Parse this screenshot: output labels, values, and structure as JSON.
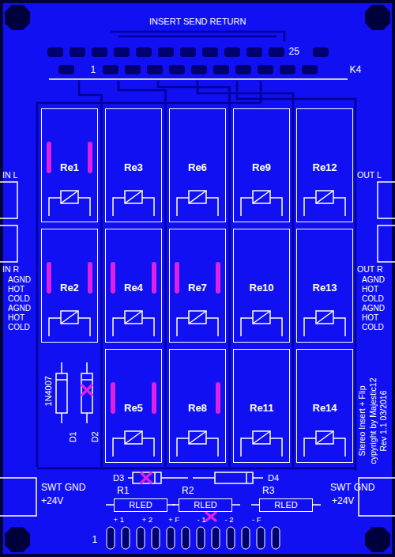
{
  "diagram": {
    "nodes": [
      {
        "text": [
          "Re1"
        ]
      },
      {
        "text": [
          "Re3"
        ]
      },
      {
        "text": [
          "Re6"
        ]
      },
      {
        "text": [
          "Re9"
        ]
      },
      {
        "text": [
          "Re12"
        ]
      },
      {
        "text": [
          "Re2"
        ]
      },
      {
        "text": [
          "Re4"
        ]
      },
      {
        "text": [
          "Re7"
        ]
      },
      {
        "text": [
          "Re10"
        ]
      },
      {
        "text": [
          "Re13"
        ]
      },
      {
        "text": [
          "Re5"
        ]
      },
      {
        "text": [
          "Re8"
        ]
      },
      {
        "text": [
          "Re11"
        ]
      },
      {
        "text": [
          "Re14"
        ]
      },
      {
        "text": [
          "R1",
          "RLED"
        ]
      },
      {
        "text": [
          "R2",
          "RLED"
        ]
      },
      {
        "text": [
          "R3",
          "RLED"
        ]
      }
    ],
    "labels": [
      "INSERT SEND RETURN",
      "1",
      "25",
      "K4",
      "IN L",
      "OUT L",
      "IN R",
      "OUT R",
      "AGND",
      "HOT",
      "COLD",
      "AGND",
      "HOT",
      "COLD",
      "AGND",
      "HOT",
      "COLD",
      "AGND",
      "HOT",
      "COLD",
      "1N4007",
      "D1",
      "D2",
      "D3",
      "D4",
      "SWT GND",
      "+24V",
      "SWT GND",
      "+24V",
      "+ 1",
      "+ 2",
      "+ F",
      "- 1",
      "- 2",
      "- F",
      "1",
      "Stereo Insert + Flip",
      "cypyright by Majestic12",
      "Rev 1.1 03/2016"
    ]
  }
}
